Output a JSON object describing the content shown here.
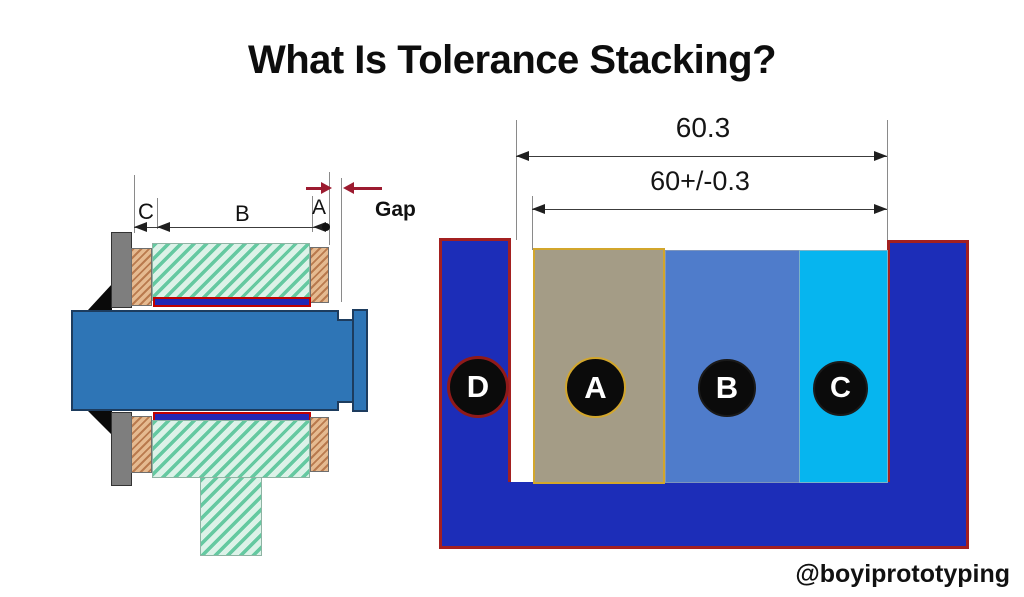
{
  "title": "What Is Tolerance Stacking?",
  "watermark": "@boyiprototyping",
  "left_diagram": {
    "dim_labels": {
      "c": "C",
      "b": "B",
      "a": "A",
      "gap": "Gap"
    },
    "colors": {
      "shaft_blue": "#2e75b6",
      "housing_hatch_green": "#65c9a1",
      "bushing_hatch_tan": "#b97a4e",
      "flange_gray": "#7e7e7e",
      "race_border_red": "#c00000",
      "race_fill_navy": "#2226b5",
      "gap_arrow_red": "#9c1b30"
    }
  },
  "right_diagram": {
    "dims": {
      "max": "60.3",
      "nominal": "60+/-0.3"
    },
    "wall_circle_label": "D",
    "blocks": [
      {
        "label": "A",
        "fill": "#a49c86",
        "border": "#d2a62c"
      },
      {
        "label": "B",
        "fill": "#4f7ccb",
        "border": "#7d95bd"
      },
      {
        "label": "C",
        "fill": "#06b5ef",
        "border": "#79b4c9"
      }
    ],
    "colors": {
      "channel_blue": "#1c2db8",
      "channel_border_red": "#a32020",
      "circle_fill_black": "#0b0b0b",
      "circle_d_ring_red": "#8f1a1a",
      "circle_a_ring_yellow": "#d2a62c"
    }
  }
}
